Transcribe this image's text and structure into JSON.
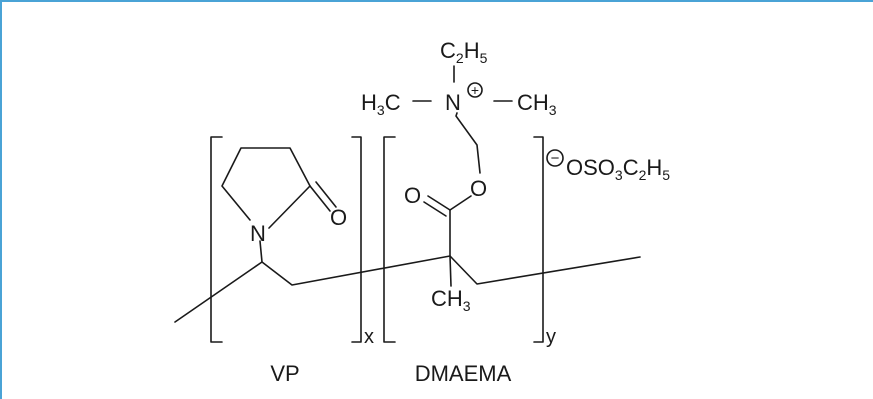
{
  "colors": {
    "frame": "#4aa3d6",
    "ink": "#1a1a1a",
    "background": "#ffffff"
  },
  "structure": {
    "ethyl_top": {
      "c": "C",
      "c_sub": "2",
      "h": "H",
      "h_sub": "5"
    },
    "left_methyl": {
      "h": "H",
      "h_sub": "3",
      "c": "C"
    },
    "nitrogen": "N",
    "plus_charge": "+",
    "right_methyl": {
      "c": "CH",
      "c_sub": "3"
    },
    "counterion": {
      "a": "OSO",
      "a_sub": "3",
      "b": "C",
      "b_sub": "2",
      "c": "H",
      "c_sub": "5"
    },
    "minus_charge": "−",
    "ring_nitrogen": "N",
    "ring_oxygen": "O",
    "ester_oxygen_carbonyl": "O",
    "ester_oxygen_link": "O",
    "backbone_methyl": {
      "c": "CH",
      "c_sub": "3"
    },
    "subscript_x": "x",
    "subscript_y": "y",
    "unit_label_vp": "VP",
    "unit_label_dmaema": "DMAEMA"
  }
}
